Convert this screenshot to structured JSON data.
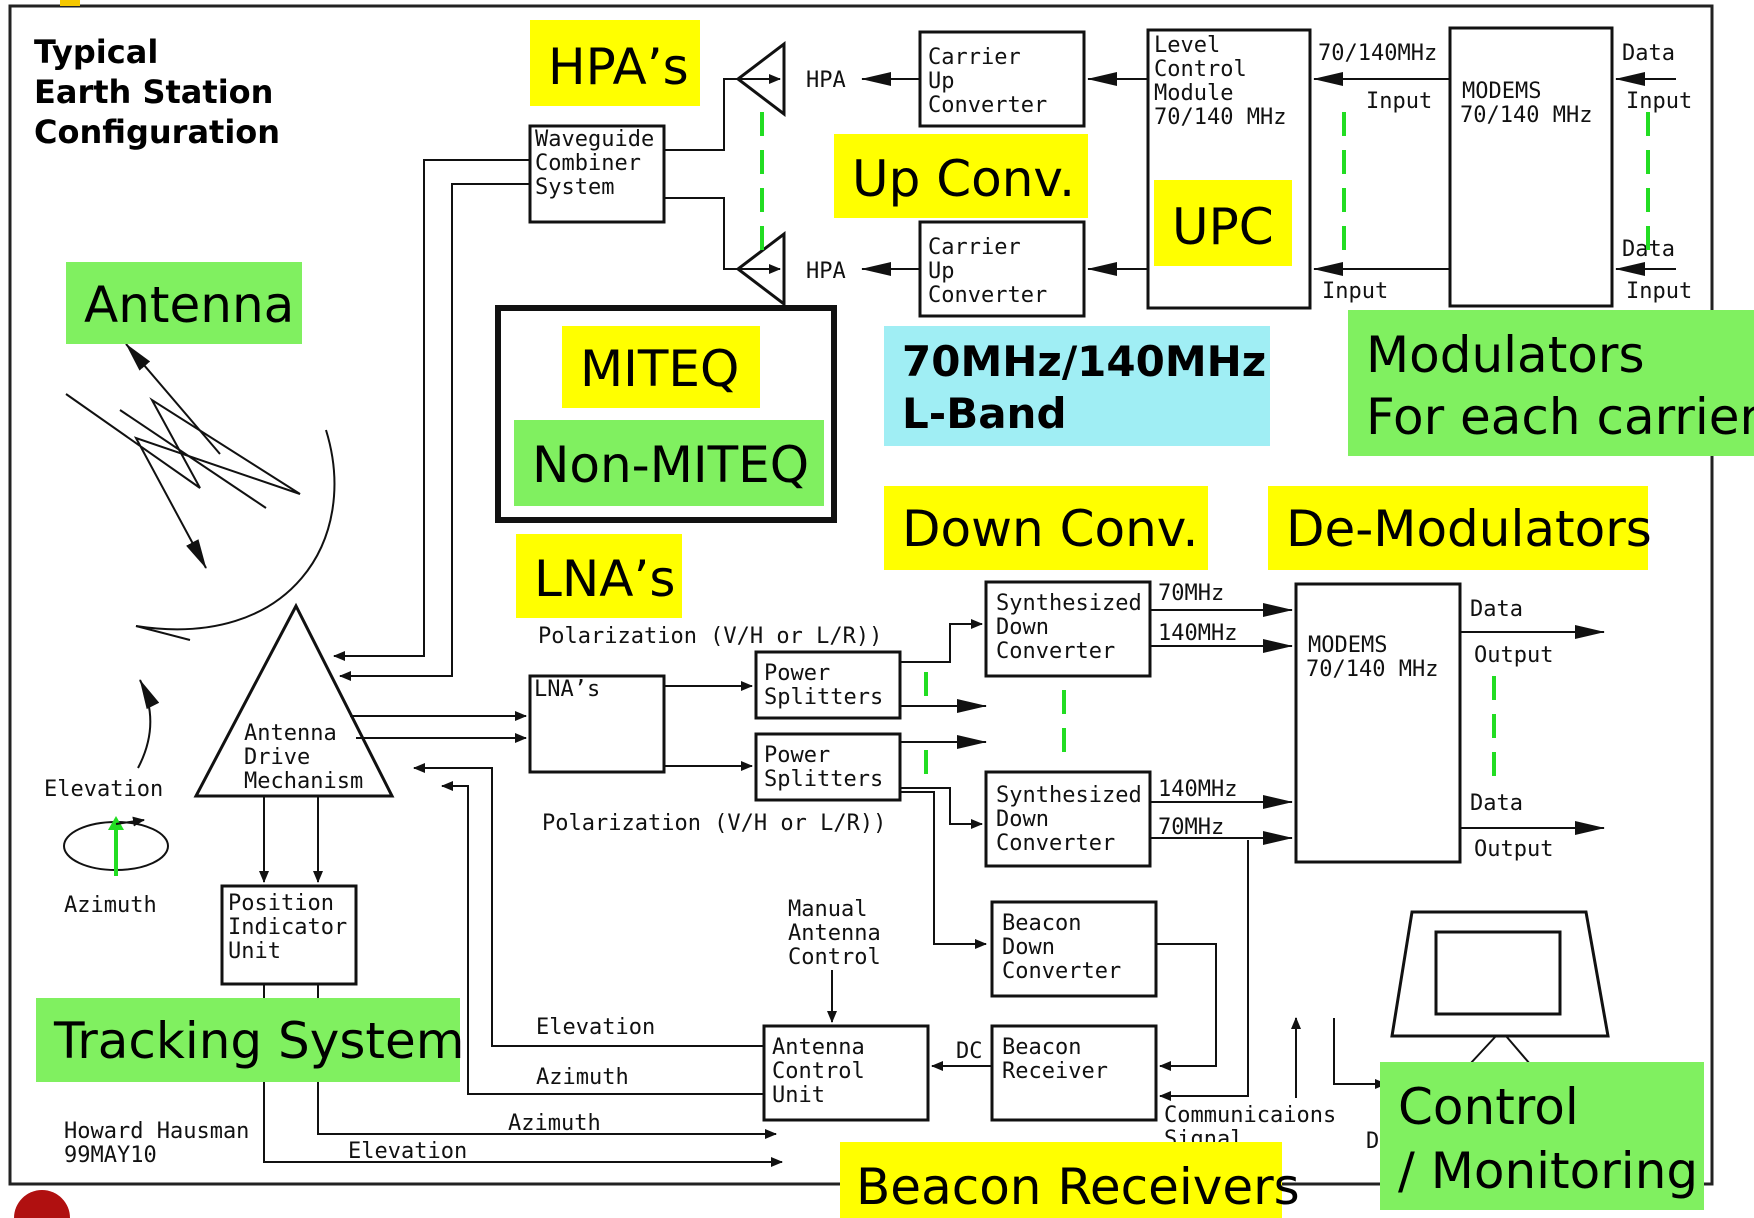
{
  "title": {
    "line1": "Typical",
    "line2": "Earth Station",
    "line3": "Configuration"
  },
  "labels": {
    "hpas": "HPA’s",
    "up_conv": "Up Conv.",
    "upc": "UPC",
    "antenna": "Antenna",
    "miteq": "MITEQ",
    "non_miteq": "Non-MITEQ",
    "freq_line1": "70MHz/140MHz",
    "freq_line2": "L-Band",
    "modulators_line1": "Modulators",
    "modulators_line2": "For each carrier",
    "down_conv": "Down Conv.",
    "demodulators": "De-Modulators",
    "lnas": "LNA’s",
    "tracking": "Tracking System",
    "beacon_receivers": "Beacon Receivers",
    "control_line1": "Control",
    "control_line2": "/ Monitoring"
  },
  "colors": {
    "yellow": "#ffff00",
    "green": "#80f060",
    "cyan": "#a0eef4",
    "dash": "#22dd22"
  },
  "diagram": {
    "waveguide": [
      "Waveguide",
      "Combiner",
      "System"
    ],
    "hpa": "HPA",
    "carrier_up": [
      "Carrier",
      "Up",
      "Converter"
    ],
    "level_control": [
      "Level",
      "Control",
      "Module",
      "70/140 MHz"
    ],
    "freq_70_140": "70/140MHz",
    "input": "Input",
    "modems": [
      "MODEMS",
      "70/140 MHz"
    ],
    "data": "Data",
    "data_input": "Input",
    "polarization": "Polarization (V/H or L/R))",
    "lna_box": "LNA’s",
    "power_splitters": [
      "Power",
      "Splitters"
    ],
    "synth_down": [
      "Synthesized",
      "Down",
      "Converter"
    ],
    "f70": "70MHz",
    "f140": "140MHz",
    "output": "Output",
    "antenna_drive": [
      "Antenna",
      "Drive",
      "Mechanism"
    ],
    "elevation": "Elevation",
    "azimuth": "Azimuth",
    "position_indicator": [
      "Position",
      "Indicator",
      "Unit"
    ],
    "manual_control": [
      "Manual",
      "Antenna",
      "Control"
    ],
    "beacon_down": [
      "Beacon",
      "Down",
      "Converter"
    ],
    "antenna_control": [
      "Antenna",
      "Control",
      "Unit"
    ],
    "dc": "DC",
    "beacon_receiver": [
      "Beacon",
      "Receiver"
    ],
    "comm_signal": [
      "Communicaions",
      "Signal"
    ],
    "author": [
      "Howard Hausman",
      "99MAY10"
    ],
    "d_label": "D"
  }
}
